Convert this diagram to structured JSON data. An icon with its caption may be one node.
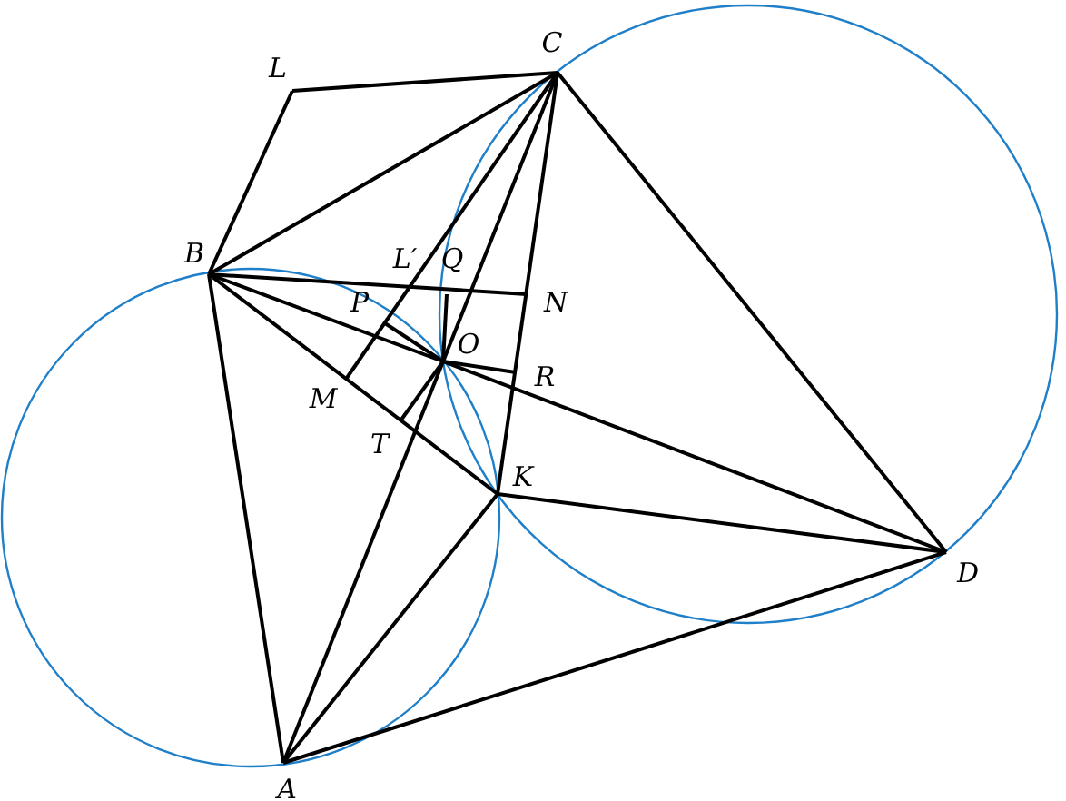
{
  "diagram": {
    "nodes": [
      {
        "text": [
          "C"
        ]
      },
      {
        "text": [
          "L"
        ]
      },
      {
        "text": [
          "B"
        ]
      },
      {
        "text": [
          "L′"
        ]
      },
      {
        "text": [
          "Q"
        ]
      },
      {
        "text": [
          "P"
        ]
      },
      {
        "text": [
          "N"
        ]
      },
      {
        "text": [
          "O"
        ]
      },
      {
        "text": [
          "R"
        ]
      },
      {
        "text": [
          "M"
        ]
      },
      {
        "text": [
          "T"
        ]
      },
      {
        "text": [
          "K"
        ]
      },
      {
        "text": [
          "D"
        ]
      },
      {
        "text": [
          "A"
        ]
      }
    ],
    "edges": [
      {
        "from": 1,
        "to": 0,
        "arrow": "none"
      },
      {
        "from": 2,
        "to": 1,
        "arrow": "none"
      },
      {
        "from": 2,
        "to": 0,
        "arrow": "none"
      },
      {
        "from": 2,
        "to": 6,
        "arrow": "none"
      },
      {
        "from": 2,
        "to": 7,
        "arrow": "none"
      },
      {
        "from": 7,
        "to": 12,
        "arrow": "none"
      },
      {
        "from": 2,
        "to": 11,
        "arrow": "none"
      },
      {
        "from": 2,
        "to": 13,
        "arrow": "none"
      },
      {
        "from": 0,
        "to": 7,
        "arrow": "none"
      },
      {
        "from": 7,
        "to": 13,
        "arrow": "none"
      },
      {
        "from": 0,
        "to": 11,
        "arrow": "none"
      },
      {
        "from": 0,
        "to": 12,
        "arrow": "none"
      },
      {
        "from": 9,
        "to": 0,
        "arrow": "none"
      },
      {
        "from": 4,
        "to": 7,
        "arrow": "none"
      },
      {
        "from": 5,
        "to": 7,
        "arrow": "none"
      },
      {
        "from": 7,
        "to": 8,
        "arrow": "none"
      },
      {
        "from": 10,
        "to": 7,
        "arrow": "none"
      },
      {
        "from": 11,
        "to": 12,
        "arrow": "none"
      },
      {
        "from": 11,
        "to": 13,
        "arrow": "none"
      },
      {
        "from": 13,
        "to": 12,
        "arrow": "none"
      }
    ]
  }
}
